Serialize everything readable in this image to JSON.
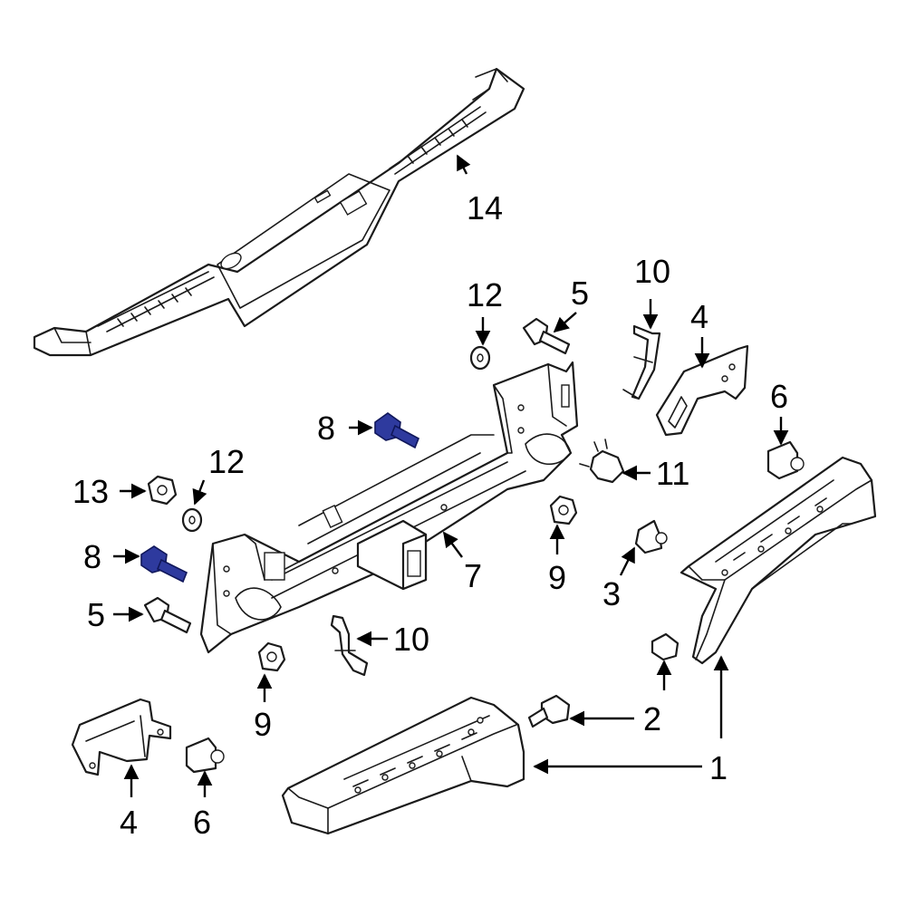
{
  "diagram": {
    "callouts": {
      "c1": "1",
      "c2": "2",
      "c3": "3",
      "c4_top": "4",
      "c4_bottom": "4",
      "c5_top": "5",
      "c5_left": "5",
      "c6_right": "6",
      "c6_bottom": "6",
      "c7": "7",
      "c8_top": "8",
      "c8_left": "8",
      "c9_center": "9",
      "c9_bottom": "9",
      "c10_top": "10",
      "c10_bottom": "10",
      "c11": "11",
      "c12_top": "12",
      "c12_left": "12",
      "c13": "13",
      "c14": "14"
    },
    "colors": {
      "line": "#1a1a1a",
      "highlight": "#2e3a9e",
      "background": "#ffffff"
    }
  }
}
